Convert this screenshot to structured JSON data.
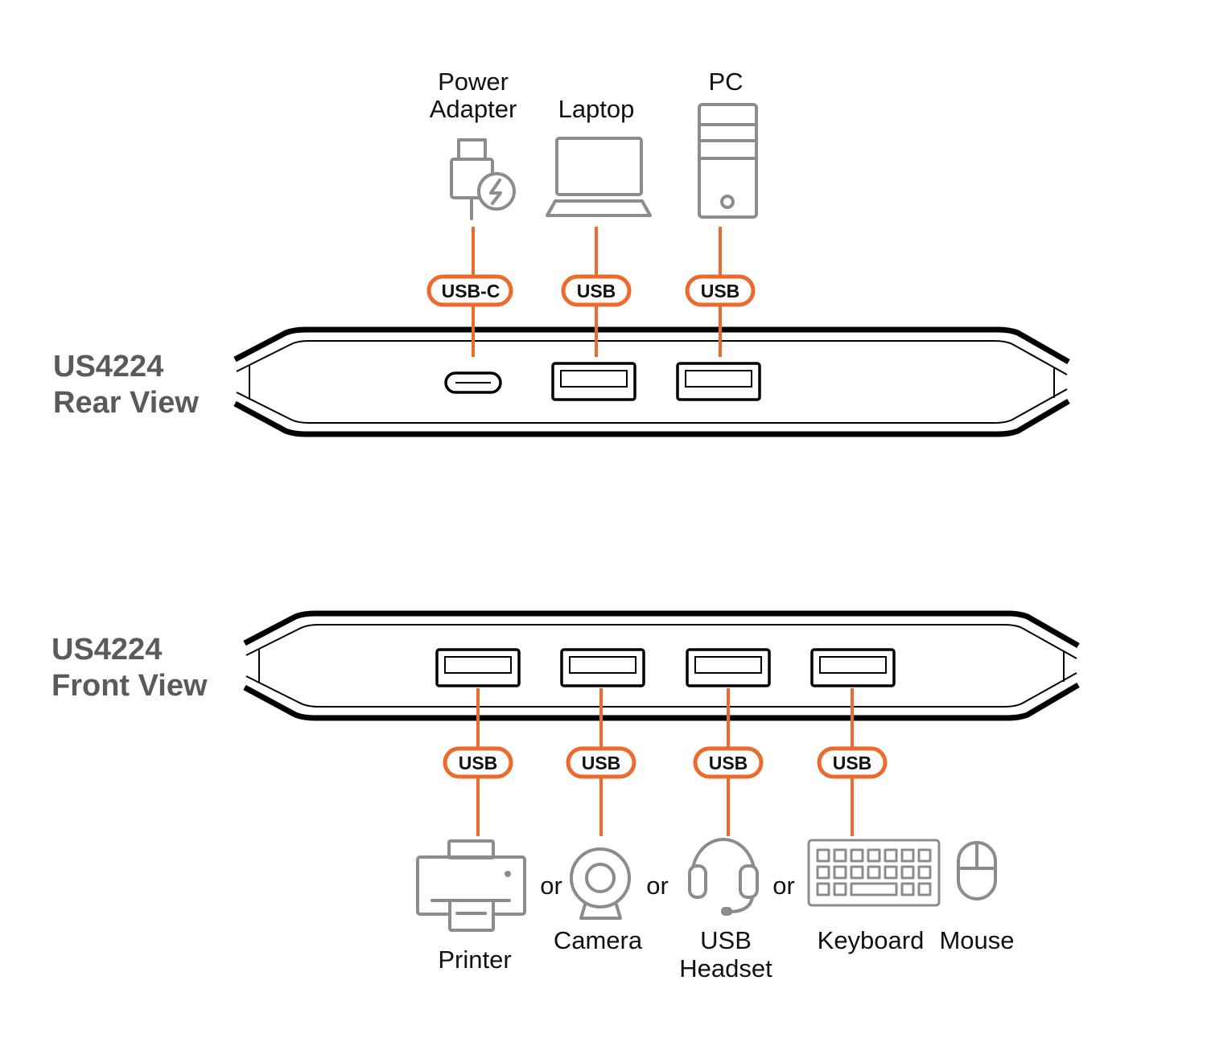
{
  "rear": {
    "title_line1": "US4224",
    "title_line2": "Rear View",
    "devices": {
      "power_line1": "Power",
      "power_line2": "Adapter",
      "laptop": "Laptop",
      "pc": "PC"
    },
    "badges": [
      "USB-C",
      "USB",
      "USB"
    ]
  },
  "front": {
    "title_line1": "US4224",
    "title_line2": "Front View",
    "badges": [
      "USB",
      "USB",
      "USB",
      "USB"
    ],
    "devices": {
      "printer": "Printer",
      "camera": "Camera",
      "headset_line1": "USB",
      "headset_line2": "Headset",
      "keyboard": "Keyboard",
      "mouse": "Mouse"
    },
    "separator": "or"
  },
  "colors": {
    "cable": "#ee6a2c",
    "icon": "#8c8c8c",
    "title": "#5a5a5a"
  }
}
